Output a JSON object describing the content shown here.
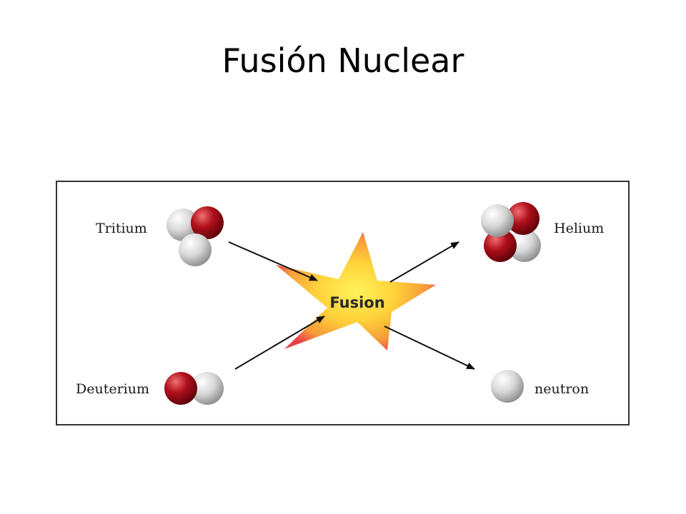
{
  "title": "Fusión Nuclear",
  "diagram": {
    "center_label": "Fusion",
    "labels": {
      "tritium": "Tritium",
      "deuterium": "Deuterium",
      "helium": "Helium",
      "neutron": "neutron"
    },
    "colors": {
      "proton": "#b0101c",
      "neutron": "#d8d8d8",
      "star_outer": "#e8404a",
      "star_inner": "#ffe640",
      "arrow": "#111111"
    }
  }
}
